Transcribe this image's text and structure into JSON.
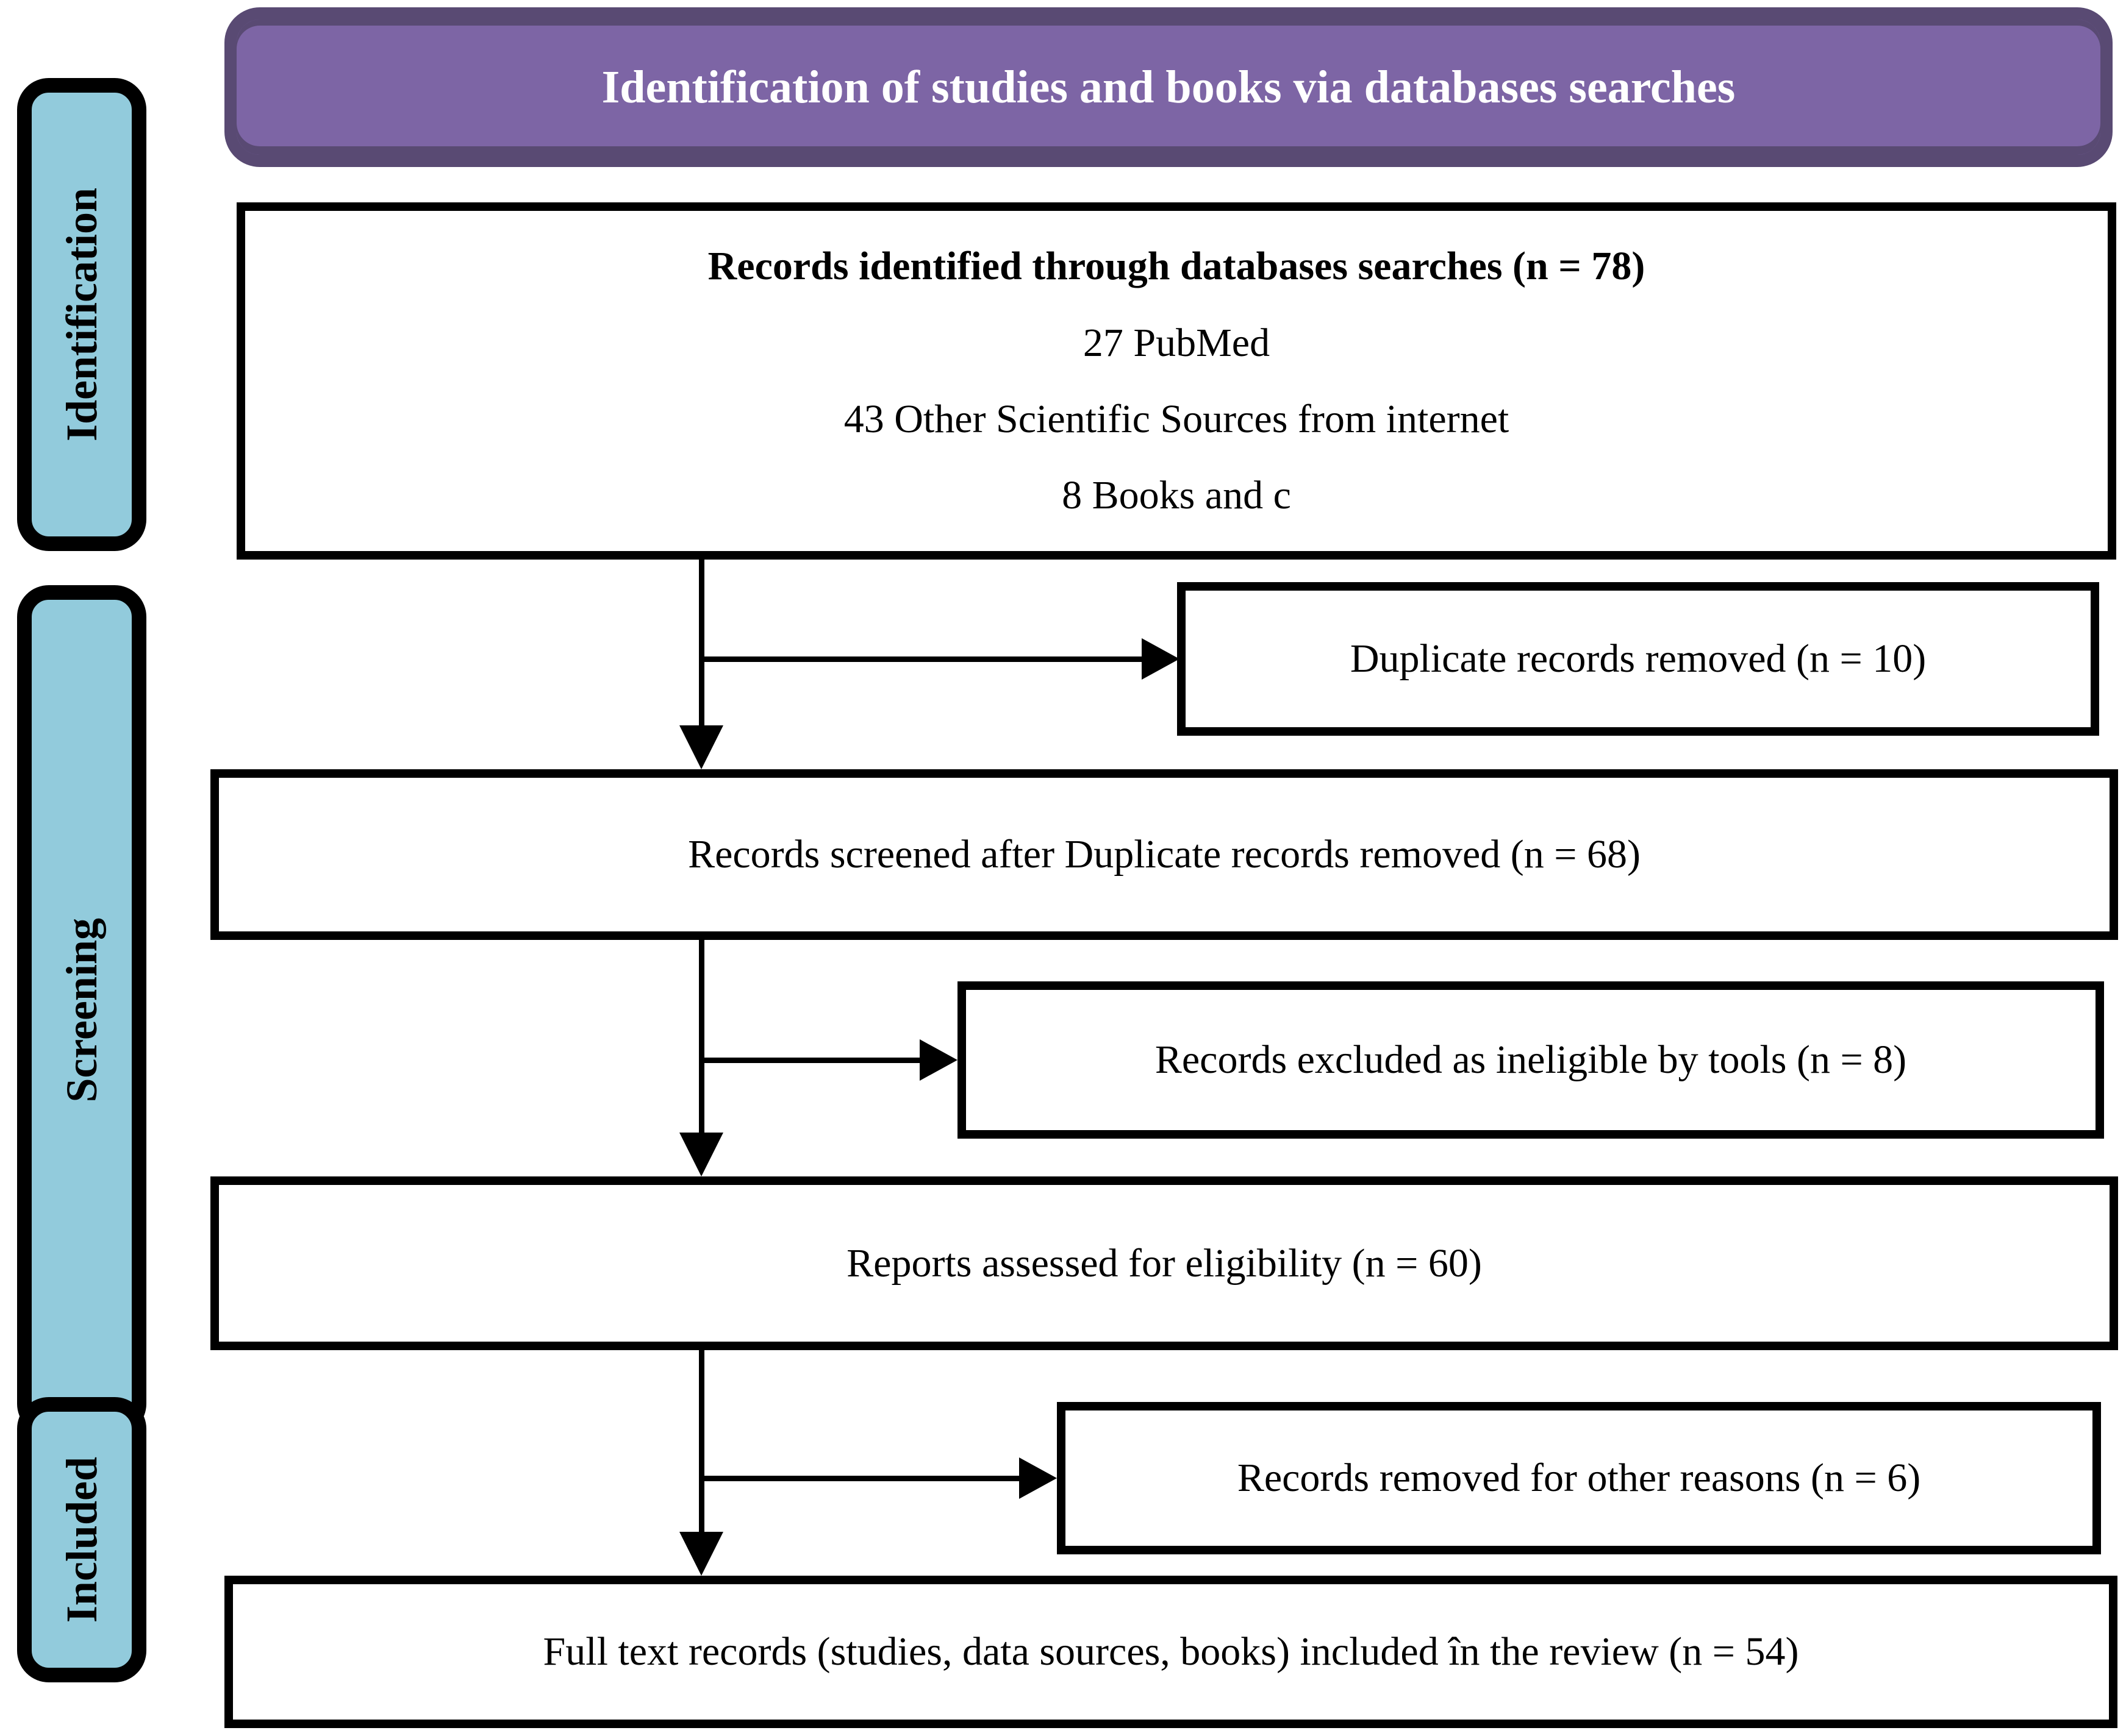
{
  "title_banner": {
    "text": "Identification of studies and books via databases searches"
  },
  "stage_labels": [
    {
      "label": "Identification"
    },
    {
      "label": "Screening"
    },
    {
      "label": "Included"
    }
  ],
  "boxes": {
    "identified": {
      "title": "Records identified through databases searches (n = 78)",
      "items": [
        "27 PubMed",
        "43 Other Scientific Sources from internet",
        "8 Books and c"
      ]
    },
    "duplicates_removed": {
      "text": "Duplicate records removed (n = 10)"
    },
    "screened": {
      "text": "Records screened after Duplicate records removed (n = 68)"
    },
    "excluded_tools": {
      "text": "Records excluded as ineligible by tools (n = 8)"
    },
    "assessed": {
      "text": "Reports assessed for eligibility (n = 60)"
    },
    "removed_other_reasons": {
      "text": "Records removed for other reasons (n = 6)"
    },
    "included_review": {
      "text": "Full text records (studies, data sources, books) included în the review (n = 54)"
    }
  },
  "colors": {
    "banner_fill": "#7d65a5",
    "banner_border": "#594a73",
    "banner_text": "#ffffff",
    "stage_fill": "#92cbdc",
    "stage_border": "#000000",
    "box_border": "#000000",
    "box_text": "#000000",
    "arrow": "#000000"
  }
}
